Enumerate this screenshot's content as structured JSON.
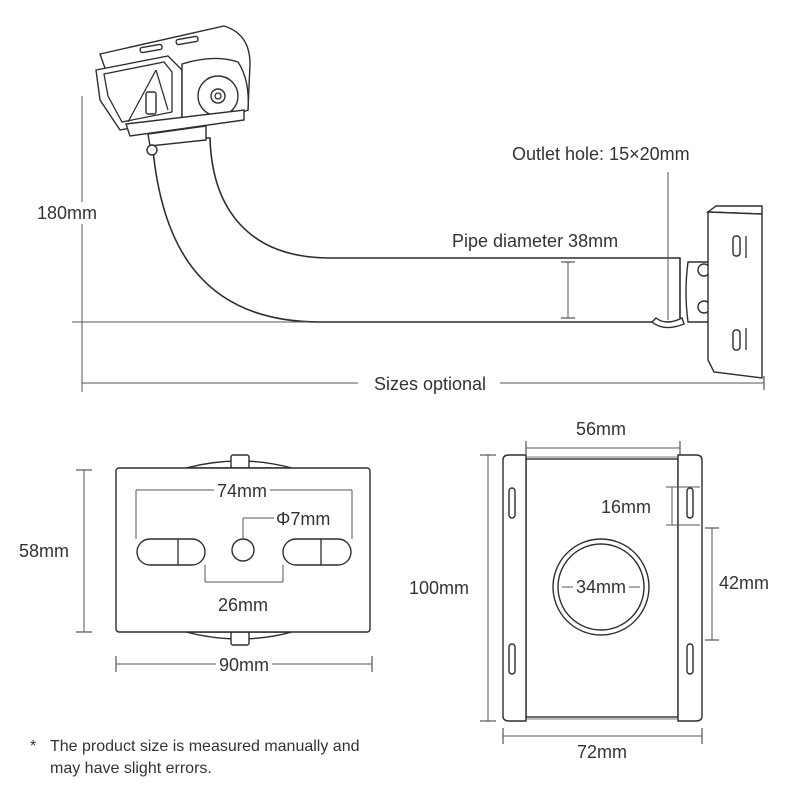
{
  "side_view": {
    "outlet_hole": "Outlet hole: 15×20mm",
    "pipe_diameter": "Pipe diameter 38mm",
    "height": "180mm",
    "length": "Sizes optional"
  },
  "top_plate": {
    "hole_spacing": "74mm",
    "center_hole": "Φ7mm",
    "slot_gap": "26mm",
    "height": "58mm",
    "width": "90mm"
  },
  "wall_plate": {
    "inner_width": "56mm",
    "slot_length": "16mm",
    "hole_diameter": "34mm",
    "height": "100mm",
    "slot_spacing": "42mm",
    "width": "72mm"
  },
  "footnote": {
    "line1": "The product size is measured manually and",
    "line2": "may have slight errors.",
    "bullet": "*"
  }
}
